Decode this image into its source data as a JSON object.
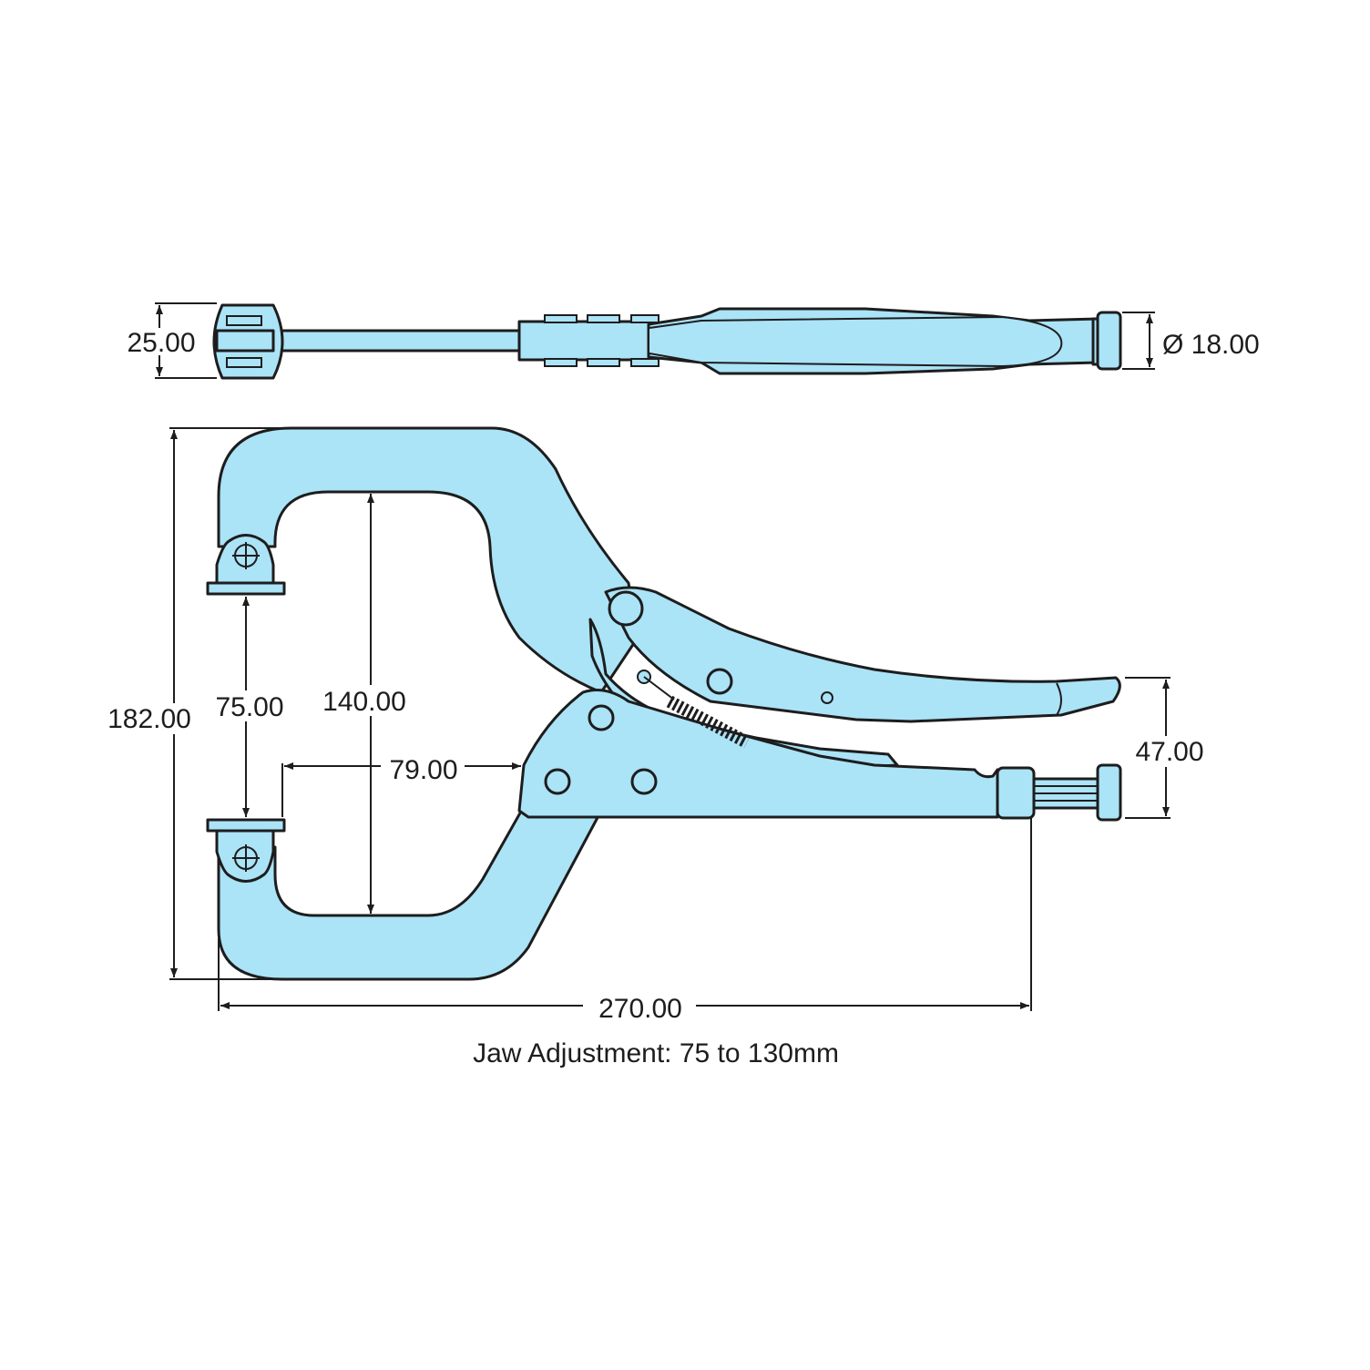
{
  "colors": {
    "body_fill": "#abe3f7",
    "outline": "#1d1d1d",
    "background": "#ffffff"
  },
  "dimensions": {
    "thickness": "25.00",
    "pad_diameter": "Ø 18.00",
    "overall_height": "182.00",
    "jaw_opening": "75.00",
    "throat_depth": "140.00",
    "throat_width": "79.00",
    "handle_height": "47.00",
    "overall_length": "270.00"
  },
  "caption": "Jaw Adjustment: 75 to 130mm"
}
